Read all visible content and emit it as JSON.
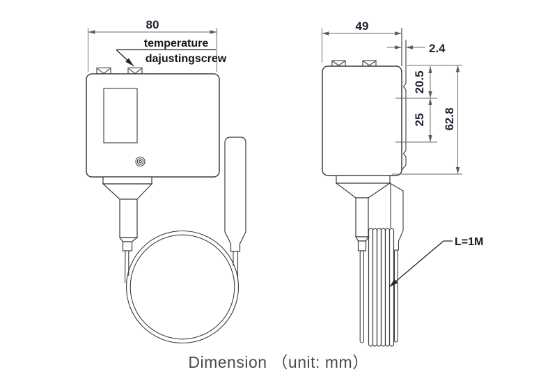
{
  "caption": "Dimension （unit: mm）",
  "colors": {
    "background": "#ffffff",
    "outline": "#3b3b3b",
    "dimension_lines": "#6a6a6a",
    "dimension_text": "#1d2330",
    "label_text": "#161616",
    "caption_text": "#4a4a4a"
  },
  "front_view": {
    "name": "front view of temperature switch",
    "dims": {
      "body_width": "80"
    },
    "labels": {
      "screw_note_line1": "temperature",
      "screw_note_line2": "dajustingscrew"
    }
  },
  "side_view": {
    "name": "side view of temperature switch",
    "dims": {
      "body_depth": "49",
      "plate_thickness": "2.4",
      "upper_offset": "20.5",
      "lower_offset": "25",
      "body_height": "62.8",
      "capillary_length": "L=1M"
    }
  }
}
